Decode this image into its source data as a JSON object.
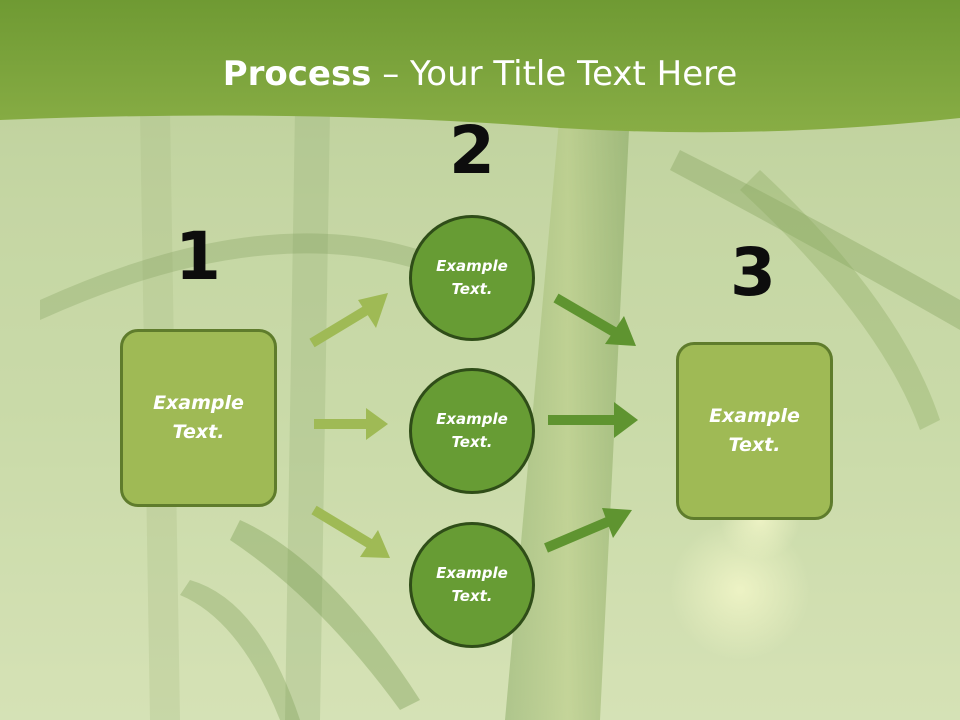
{
  "slide": {
    "title_bold": "Process",
    "title_rest": " – Your Title Text Here"
  },
  "steps": [
    {
      "number": "1"
    },
    {
      "number": "2"
    },
    {
      "number": "3"
    }
  ],
  "left_box": {
    "text": "Example Text."
  },
  "right_box": {
    "text": "Example Text."
  },
  "circles": [
    {
      "text": "Example Text."
    },
    {
      "text": "Example Text."
    },
    {
      "text": "Example Text."
    }
  ],
  "colors": {
    "banner": "#7fa83a",
    "box_fill": "#9fba55",
    "box_border": "#5f7c2c",
    "circle_fill": "#679c34",
    "circle_border": "#2f4d18",
    "arrow_light": "#9fba55",
    "arrow_dark": "#5f9430"
  }
}
